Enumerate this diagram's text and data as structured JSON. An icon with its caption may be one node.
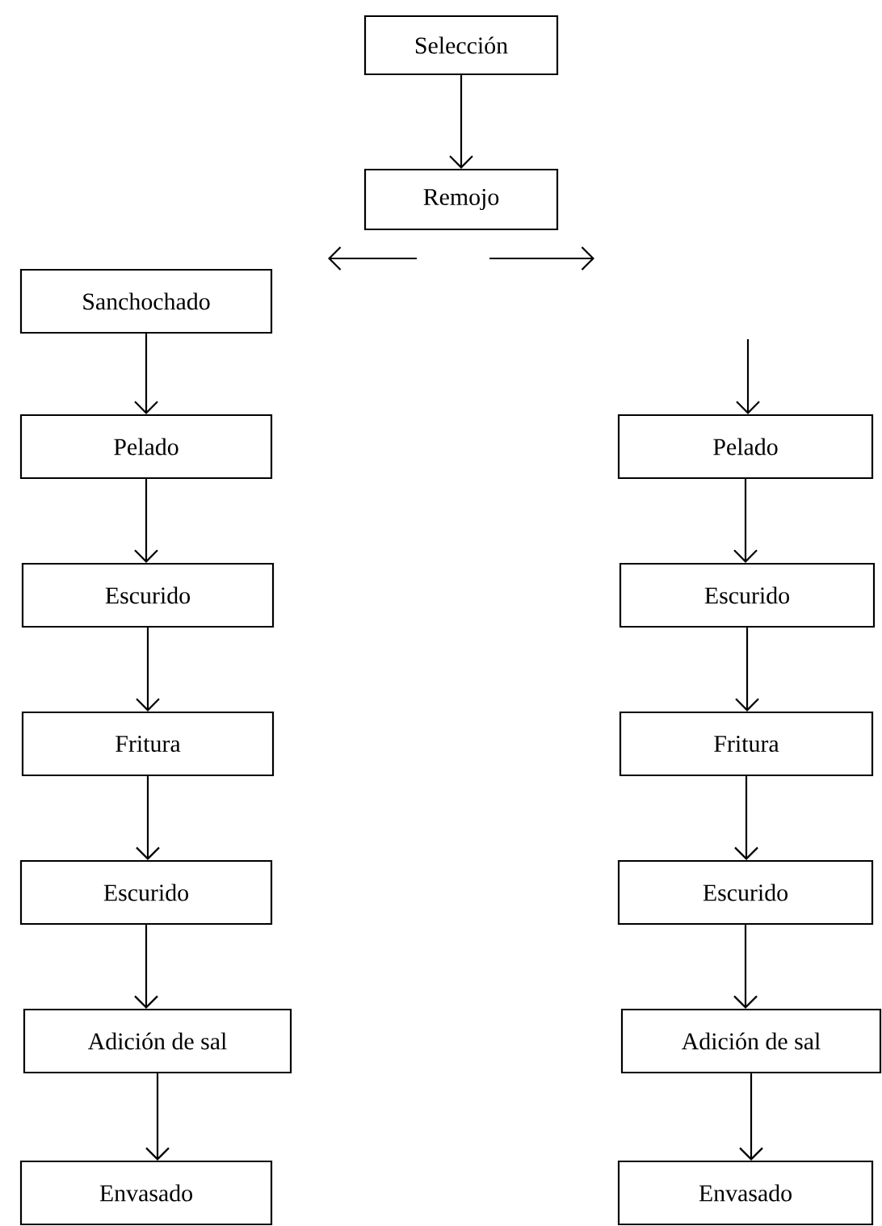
{
  "diagram": {
    "nodes": [
      {
        "text": [
          "Selección"
        ]
      },
      {
        "text": [
          "Remojo"
        ]
      },
      {
        "text": [
          "Sanchochado"
        ]
      },
      {
        "text": [
          "Pelado"
        ]
      },
      {
        "text": [
          "Escurido"
        ]
      },
      {
        "text": [
          "Fritura"
        ]
      },
      {
        "text": [
          "Escurido"
        ]
      },
      {
        "text": [
          "Adición de sal"
        ]
      },
      {
        "text": [
          "Envasado"
        ]
      },
      {
        "text": [
          "Pelado"
        ]
      },
      {
        "text": [
          "Escurido"
        ]
      },
      {
        "text": [
          "Fritura"
        ]
      },
      {
        "text": [
          "Escurido"
        ]
      },
      {
        "text": [
          "Adición de sal"
        ]
      },
      {
        "text": [
          "Envasado"
        ]
      }
    ],
    "edges": [
      {
        "from": 0,
        "to": 1,
        "arrow": "to"
      },
      {
        "from": 2,
        "to": 3,
        "arrow": "to"
      },
      {
        "from": 3,
        "to": 4,
        "arrow": "to"
      },
      {
        "from": 4,
        "to": 5,
        "arrow": "to"
      },
      {
        "from": 5,
        "to": 6,
        "arrow": "to"
      },
      {
        "from": 6,
        "to": 7,
        "arrow": "to"
      },
      {
        "from": 7,
        "to": 8,
        "arrow": "to"
      },
      {
        "from": null,
        "to": 9,
        "arrow": "to"
      },
      {
        "from": 9,
        "to": 10,
        "arrow": "to"
      },
      {
        "from": 10,
        "to": 11,
        "arrow": "to"
      },
      {
        "from": 11,
        "to": 12,
        "arrow": "to"
      },
      {
        "from": 12,
        "to": 13,
        "arrow": "to"
      },
      {
        "from": 13,
        "to": 14,
        "arrow": "to"
      }
    ]
  }
}
